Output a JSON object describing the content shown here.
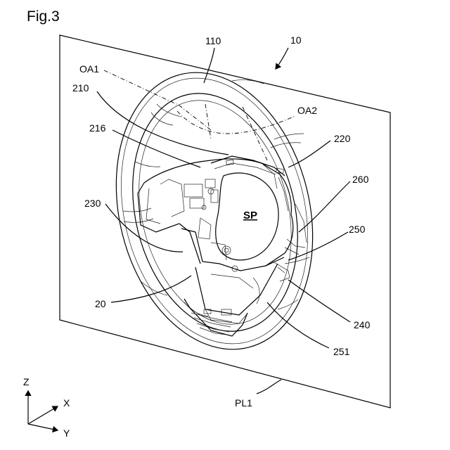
{
  "figure": {
    "title": "Fig.3",
    "center_label": "SP",
    "plane_label": "PL1",
    "ref_labels": {
      "r10": "10",
      "r110": "110",
      "oa1": "OA1",
      "oa2": "OA2",
      "r210": "210",
      "r216": "216",
      "r220": "220",
      "r260": "260",
      "r230": "230",
      "r250": "250",
      "r20": "20",
      "r240": "240",
      "r251": "251"
    },
    "axes": {
      "z": "Z",
      "x": "X",
      "y": "Y"
    }
  }
}
